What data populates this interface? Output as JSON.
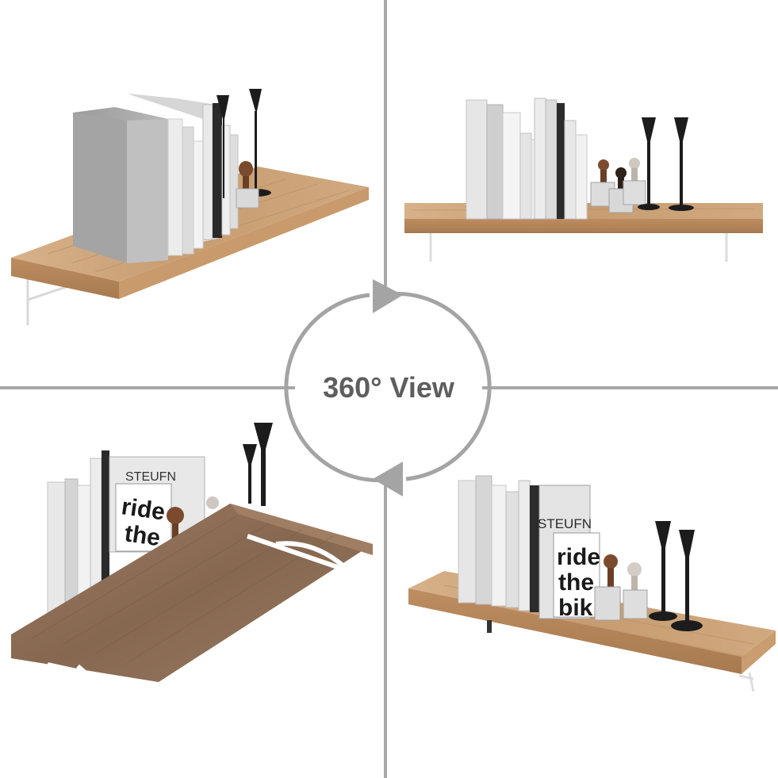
{
  "center_badge": {
    "label": "360° View"
  },
  "book_text": {
    "cover_brand": "STEUFN",
    "cover_line_1": "ride",
    "cover_line_2": "the",
    "cover_line_3": "bik"
  },
  "colors": {
    "divider": "#a8a8a8",
    "circle": "#a4a4a4",
    "label": "#5e5e5e",
    "light_wood": "#c9a077",
    "dark_wood": "#8e6f57",
    "bracket": "#ffffff"
  }
}
